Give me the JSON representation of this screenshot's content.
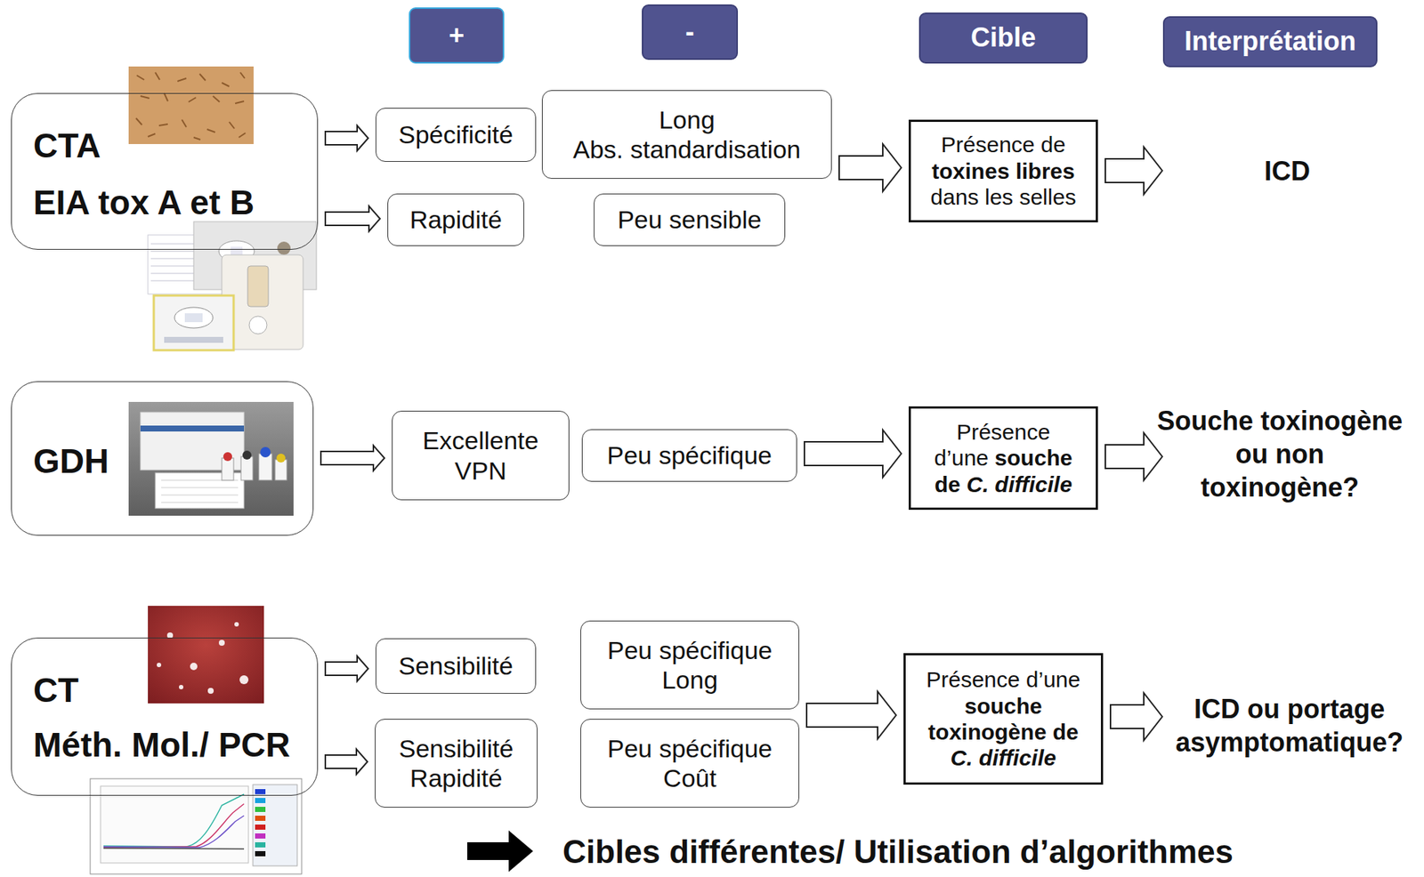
{
  "diagram": {
    "nodes": [
      {
        "text": [
          "+"
        ]
      },
      {
        "text": [
          "-"
        ]
      },
      {
        "text": [
          "Cible"
        ]
      },
      {
        "text": [
          "Interprétation"
        ]
      },
      {
        "text": [
          "CTA",
          "EIA tox A et B"
        ]
      },
      {
        "text": [
          "Spécificité"
        ]
      },
      {
        "text": [
          "Long Abs. standardisation"
        ]
      },
      {
        "text": [
          "Rapidité"
        ]
      },
      {
        "text": [
          "Peu sensible"
        ]
      },
      {
        "text": [
          "Présence de toxines libres dans les selles"
        ]
      },
      {
        "text": [
          "GDH"
        ]
      },
      {
        "text": [
          "Excellente VPN"
        ]
      },
      {
        "text": [
          "Peu spécifique"
        ]
      },
      {
        "text": [
          "Présence d’une souche de C. difficile"
        ]
      },
      {
        "text": [
          "CT",
          "Méth. Mol./ PCR"
        ]
      },
      {
        "text": [
          "Sensibilité"
        ]
      },
      {
        "text": [
          "Peu spécifique Long"
        ]
      },
      {
        "text": [
          "Sensibilité Rapidité"
        ]
      },
      {
        "text": [
          "Peu spécifique Coût"
        ]
      },
      {
        "text": [
          "Présence d’une souche toxinogène de C. difficile"
        ]
      }
    ],
    "edges": [
      {
        "from": 4,
        "to": 5,
        "arrow": "to"
      },
      {
        "from": 4,
        "to": 7,
        "arrow": "to"
      },
      {
        "from": 6,
        "to": 9,
        "arrow": "to"
      },
      {
        "from": 10,
        "to": 11,
        "arrow": "to"
      },
      {
        "from": 12,
        "to": 13,
        "arrow": "to"
      },
      {
        "from": 14,
        "to": 15,
        "arrow": "to"
      },
      {
        "from": 14,
        "to": 17,
        "arrow": "to"
      },
      {
        "from": 16,
        "to": 19,
        "arrow": "to"
      }
    ],
    "labels": [
      "ICD",
      "Souche toxinogène ou non toxinogène?",
      "ICD ou portage asymptomatique?",
      "Cibles différentes/ Utilisation d’algorithmes"
    ]
  }
}
